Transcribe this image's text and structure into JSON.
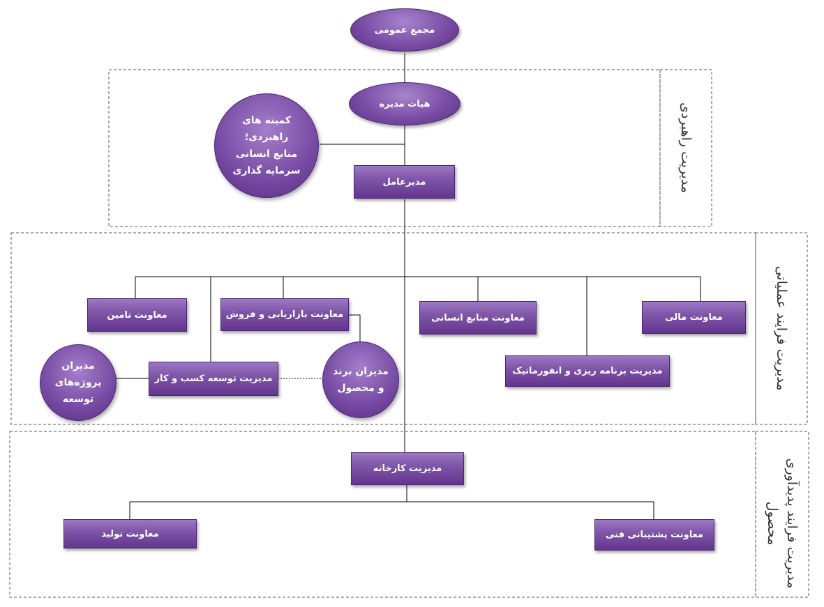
{
  "nodes": {
    "general_assembly": "مجمع عمومی",
    "board": "هیات مدیره",
    "ceo": "مدیرعامل",
    "committees": [
      "کمیته های",
      "راهبردی؛",
      "منابع انسانی",
      "سرمایه گذاری"
    ],
    "finance": "معاونت مالی",
    "hr": "معاونت منابع انسانی",
    "marketing_sales": "معاونت بازاریابی و فروش",
    "supply": "معاونت تامین",
    "planning_it": "مدیریت برنامه ریزی و انفورماتیک",
    "business_dev": "مدیریت توسعه کسب و کار",
    "brand_product_managers": [
      "مدیران برند",
      "و محصول"
    ],
    "dev_project_managers": [
      "مدیران",
      "پروژه‌های",
      "توسعه"
    ],
    "factory": "مدیریت کارخانه",
    "technical_support": "معاونت پشتیبانی فنی",
    "production": "معاونت تولید"
  },
  "zones": {
    "strategic": [
      "مدیریت راهبردی"
    ],
    "operational": [
      "مدیریت فرایند عملیاتی"
    ],
    "product": [
      "مدیریت فرایند پدیدآوری",
      "محصول"
    ]
  },
  "colors": {
    "node_fill": "#7a4ea6",
    "node_border": "#4a2570",
    "line": "#000000",
    "dashed_border": "#555555"
  }
}
